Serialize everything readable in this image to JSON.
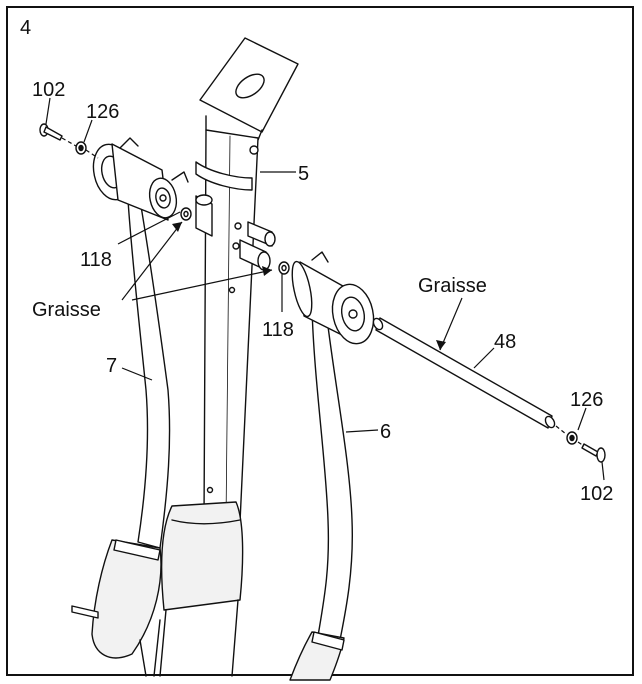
{
  "step_number": "4",
  "labels": {
    "part_102_top": "102",
    "part_126_top": "126",
    "part_5": "5",
    "part_118_left": "118",
    "grease_left": "Graisse",
    "part_118_right": "118",
    "grease_right": "Graisse",
    "part_48": "48",
    "part_7": "7",
    "part_6": "6",
    "part_126_bottom": "126",
    "part_102_bottom": "102"
  },
  "colors": {
    "line": "#111111",
    "fill": "#ffffff",
    "shade": "#e6e6e6"
  }
}
